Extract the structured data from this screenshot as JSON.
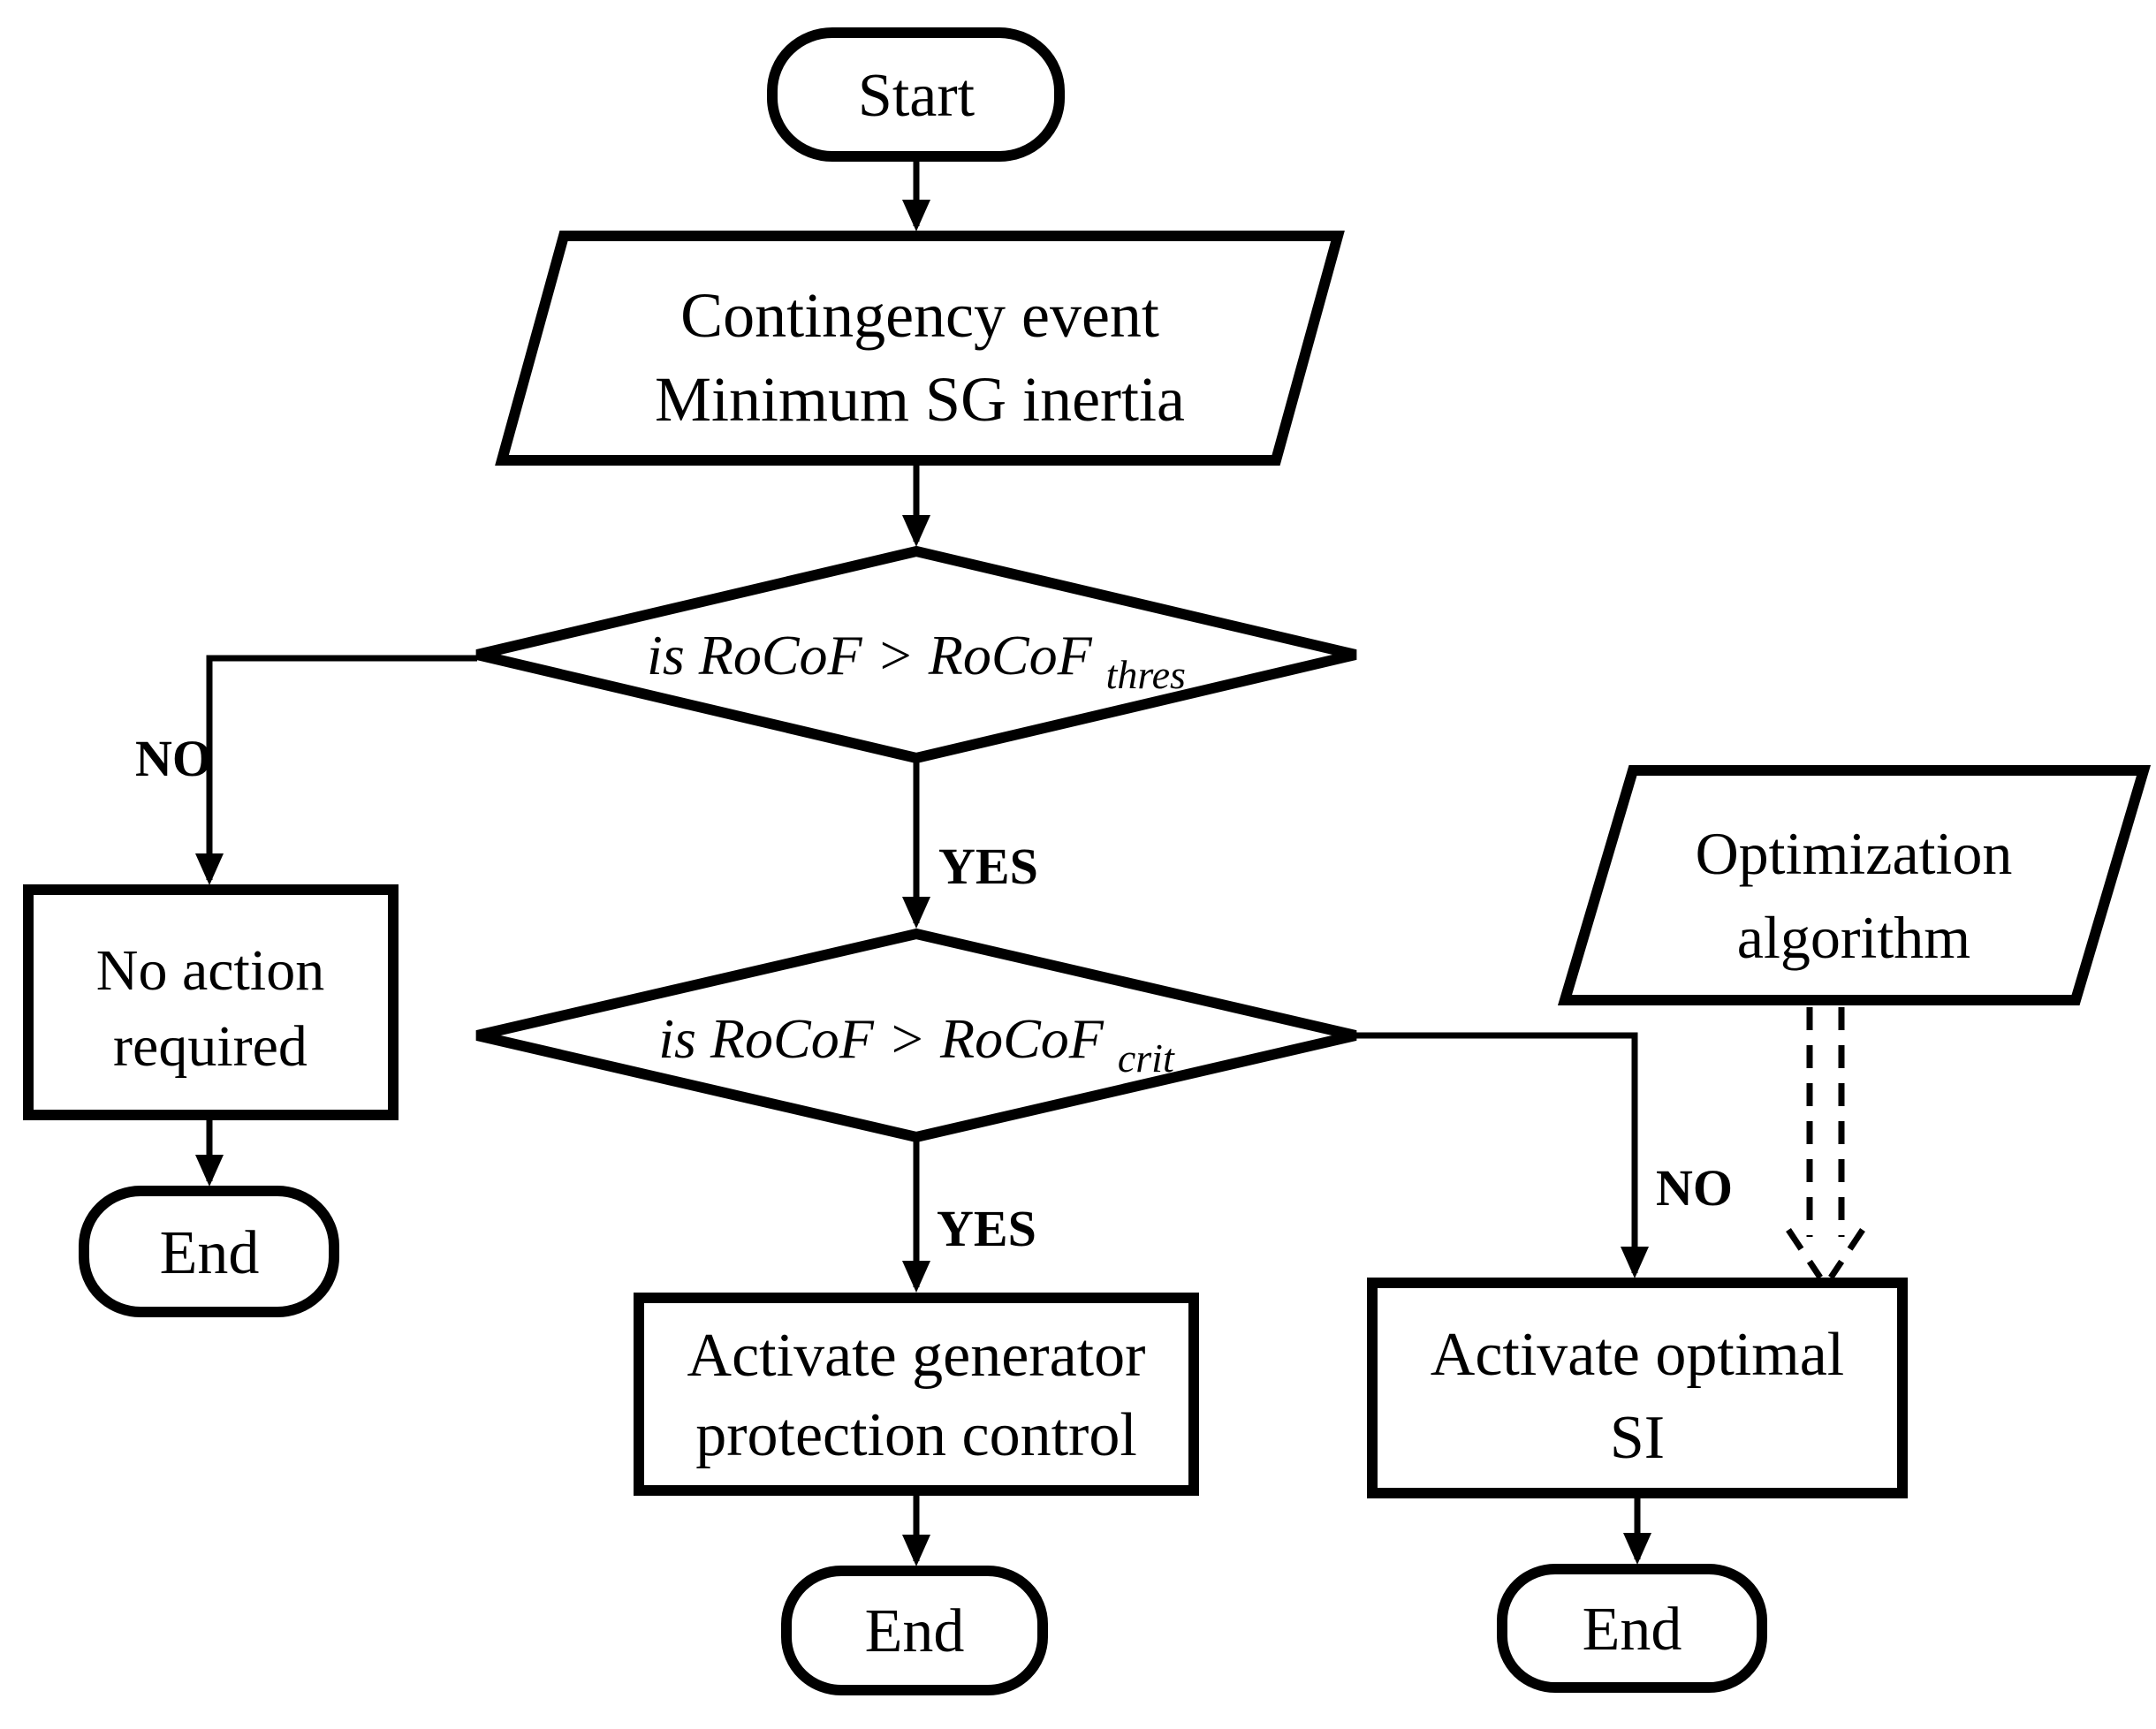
{
  "diagram": {
    "type": "flowchart",
    "colors": {
      "stroke": "#000000",
      "fill": "#ffffff",
      "background": "#ffffff"
    },
    "nodes": {
      "start": {
        "shape": "terminator",
        "label": "Start"
      },
      "input": {
        "shape": "parallelogram",
        "lines": [
          "Contingency event",
          "Minimum SG inertia"
        ]
      },
      "decision1": {
        "shape": "diamond",
        "prefix": "is RoCoF > RoCoF",
        "subscript": "thres"
      },
      "no_action": {
        "shape": "rectangle",
        "lines": [
          "No action",
          "required"
        ]
      },
      "end_left": {
        "shape": "terminator",
        "label": "End"
      },
      "decision2": {
        "shape": "diamond",
        "prefix": "is RoCoF > RoCoF",
        "subscript": "crit"
      },
      "gen_protect": {
        "shape": "rectangle",
        "lines": [
          "Activate generator",
          "protection control"
        ]
      },
      "end_center": {
        "shape": "terminator",
        "label": "End"
      },
      "optimization": {
        "shape": "parallelogram",
        "lines": [
          "Optimization",
          "algorithm"
        ]
      },
      "activate_si": {
        "shape": "rectangle",
        "lines": [
          "Activate optimal",
          "SI"
        ]
      },
      "end_right": {
        "shape": "terminator",
        "label": "End"
      }
    },
    "edge_labels": {
      "no1": "NO",
      "yes1": "YES",
      "yes2": "YES",
      "no2": "NO"
    }
  }
}
